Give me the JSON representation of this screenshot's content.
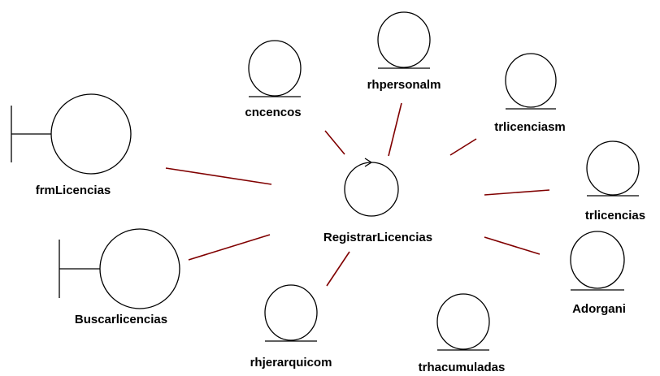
{
  "diagram": {
    "type": "uml-robustness-diagram",
    "control": {
      "label": "RegistrarLicencias",
      "icon": "control-icon"
    },
    "boundaries": [
      {
        "label": "frmLicencias",
        "icon": "boundary-icon"
      },
      {
        "label": "Buscarlicencias",
        "icon": "boundary-icon"
      }
    ],
    "entities": [
      {
        "label": "cncencos",
        "icon": "entity-icon"
      },
      {
        "label": "rhpersonalm",
        "icon": "entity-icon"
      },
      {
        "label": "trlicenciasm",
        "icon": "entity-icon"
      },
      {
        "label": "trlicencias",
        "icon": "entity-icon"
      },
      {
        "label": "Adorgani",
        "icon": "entity-icon"
      },
      {
        "label": "trhacumuladas",
        "icon": "entity-icon"
      },
      {
        "label": "rhjerarquicom",
        "icon": "entity-icon"
      }
    ],
    "colors": {
      "link": "#800000",
      "stroke": "#000000",
      "background": "#ffffff"
    }
  }
}
